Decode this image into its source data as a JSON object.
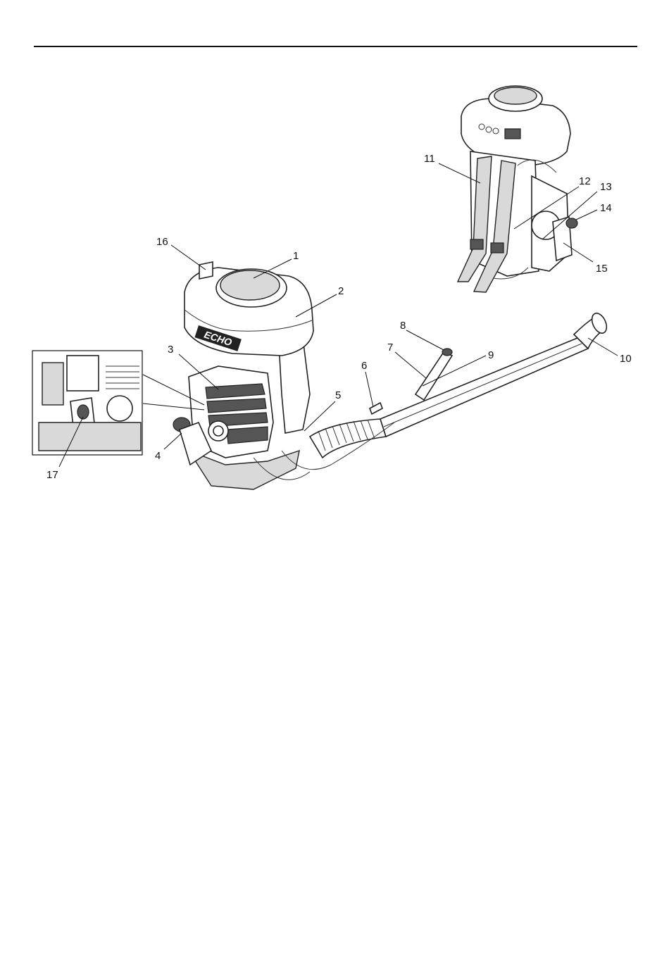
{
  "callouts": [
    {
      "id": "1",
      "text": "1"
    },
    {
      "id": "2",
      "text": "2"
    },
    {
      "id": "3",
      "text": "3"
    },
    {
      "id": "4",
      "text": "4"
    },
    {
      "id": "5",
      "text": "5"
    },
    {
      "id": "6",
      "text": "6"
    },
    {
      "id": "7",
      "text": "7"
    },
    {
      "id": "8",
      "text": "8"
    },
    {
      "id": "9",
      "text": "9"
    },
    {
      "id": "10",
      "text": "10"
    },
    {
      "id": "11",
      "text": "11"
    },
    {
      "id": "12",
      "text": "12"
    },
    {
      "id": "13",
      "text": "13"
    },
    {
      "id": "14",
      "text": "14"
    },
    {
      "id": "15",
      "text": "15"
    },
    {
      "id": "16",
      "text": "16"
    },
    {
      "id": "17",
      "text": "17"
    }
  ],
  "brand_logo": "ECHO"
}
